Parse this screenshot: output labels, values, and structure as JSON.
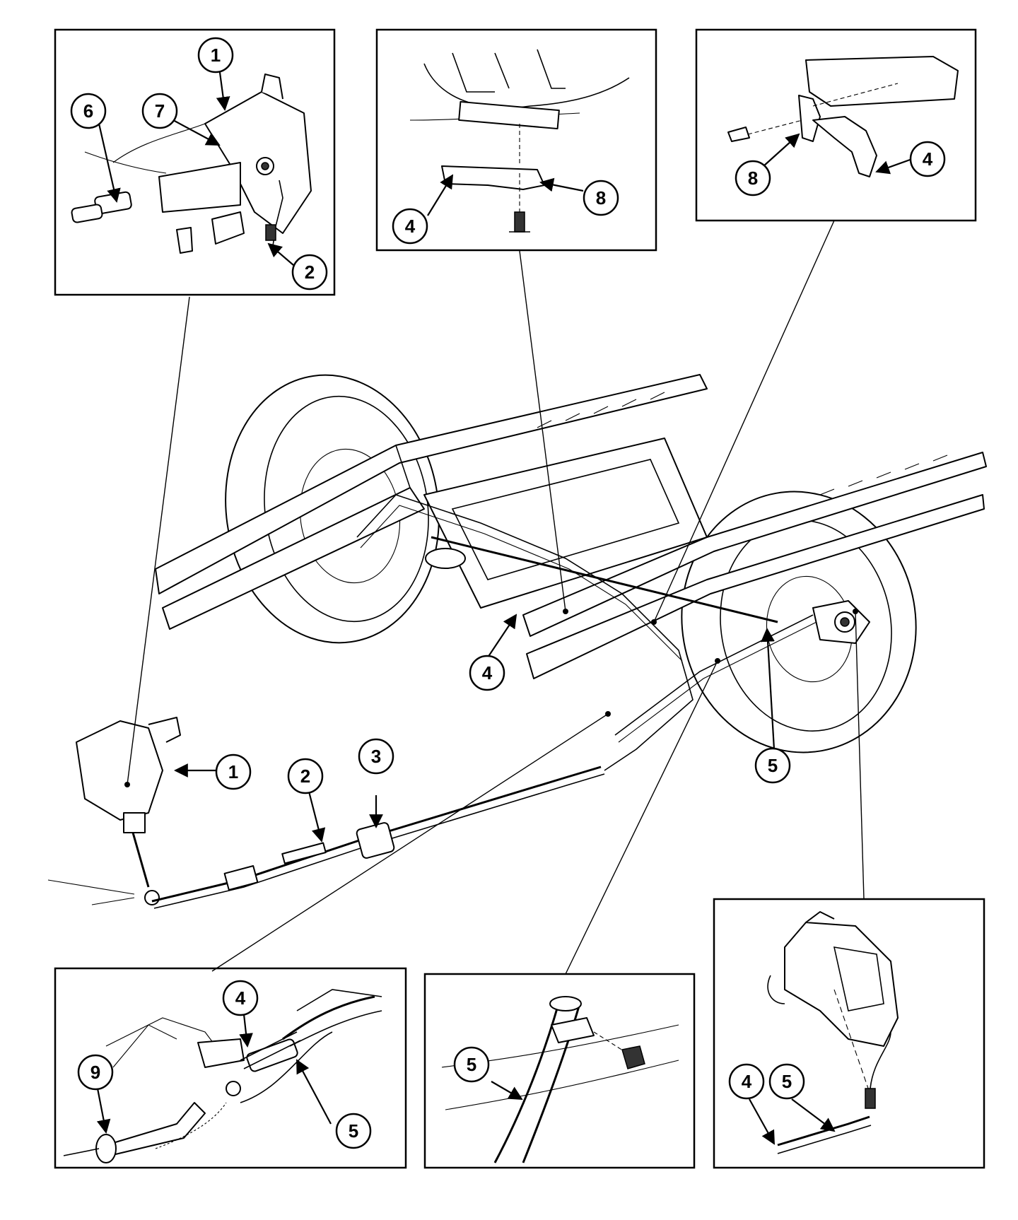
{
  "callouts": {
    "part_1": "1",
    "part_2": "2",
    "part_3": "3",
    "part_4": "4",
    "part_5": "5",
    "part_6": "6",
    "part_7": "7",
    "part_8": "8",
    "part_9": "9"
  }
}
